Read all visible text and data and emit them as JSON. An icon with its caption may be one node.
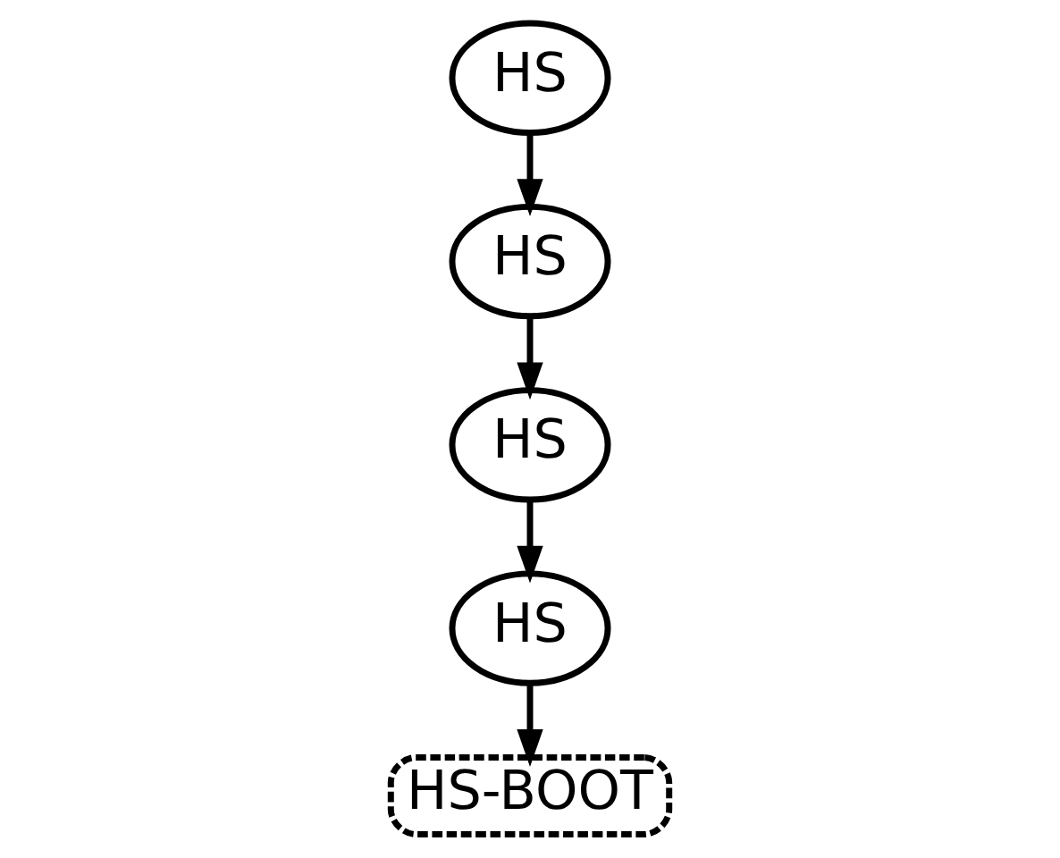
{
  "diagram": {
    "nodes": [
      {
        "text": [
          "HS"
        ]
      },
      {
        "text": [
          "HS"
        ]
      },
      {
        "text": [
          "HS"
        ]
      },
      {
        "text": [
          "HS"
        ]
      },
      {
        "text": [
          "HS-BOOT"
        ]
      }
    ],
    "edges": [
      {
        "from": 2,
        "to": 0,
        "arrow": "to"
      },
      {
        "from": 0,
        "to": 1,
        "arrow": "to"
      },
      {
        "from": 1,
        "to": 3,
        "arrow": "to"
      },
      {
        "from": 3,
        "to": 4,
        "arrow": "to"
      }
    ]
  }
}
